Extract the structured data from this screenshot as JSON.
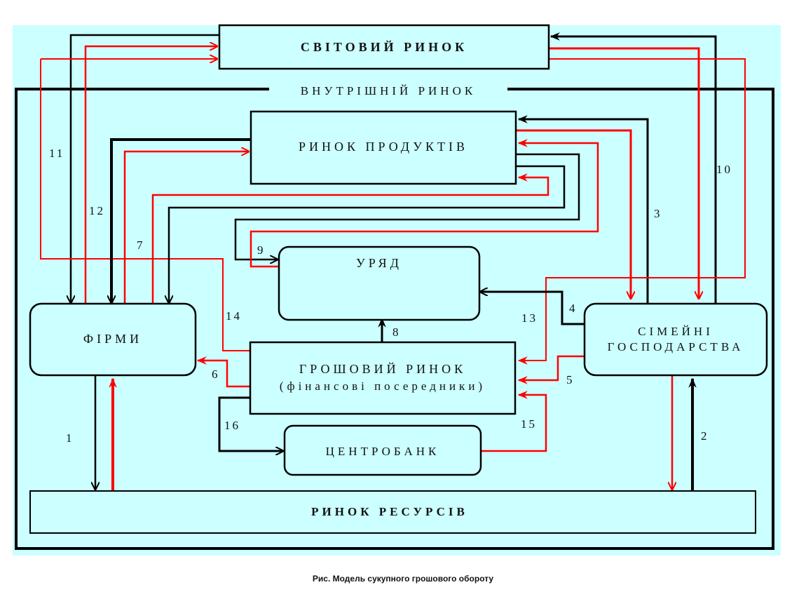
{
  "diagram": {
    "background_color": "#ccffff",
    "money_flow_color": "#ff0000",
    "real_flow_color": "#000000",
    "nodes": {
      "world_market": "СВІТОВИЙ РИНОК",
      "domestic_market": "ВНУТРІШНІЙ РИНОК",
      "product_market": "РИНОК ПРОДУКТІВ",
      "government": "УРЯД",
      "firms": "ФІРМИ",
      "households_line1": "СІМЕЙНІ",
      "households_line2": "ГОСПОДАРСТВА",
      "money_market_line1": "ГРОШОВИЙ РИНОК",
      "money_market_line2": "(фінансові посередники)",
      "central_bank": "ЦЕНТРОБАНК",
      "resource_market": "РИНОК РЕСУРСІВ"
    },
    "flow_labels": {
      "f1": "1",
      "f2": "2",
      "f3": "3",
      "f4": "4",
      "f5": "5",
      "f6": "6",
      "f7": "7",
      "f8": "8",
      "f9": "9",
      "f10": "10",
      "f11": "11",
      "f12": "12",
      "f13": "13",
      "f14": "14",
      "f15": "15",
      "f16": "16"
    }
  },
  "caption": "Рис.  Модель сукупного грошового обороту"
}
